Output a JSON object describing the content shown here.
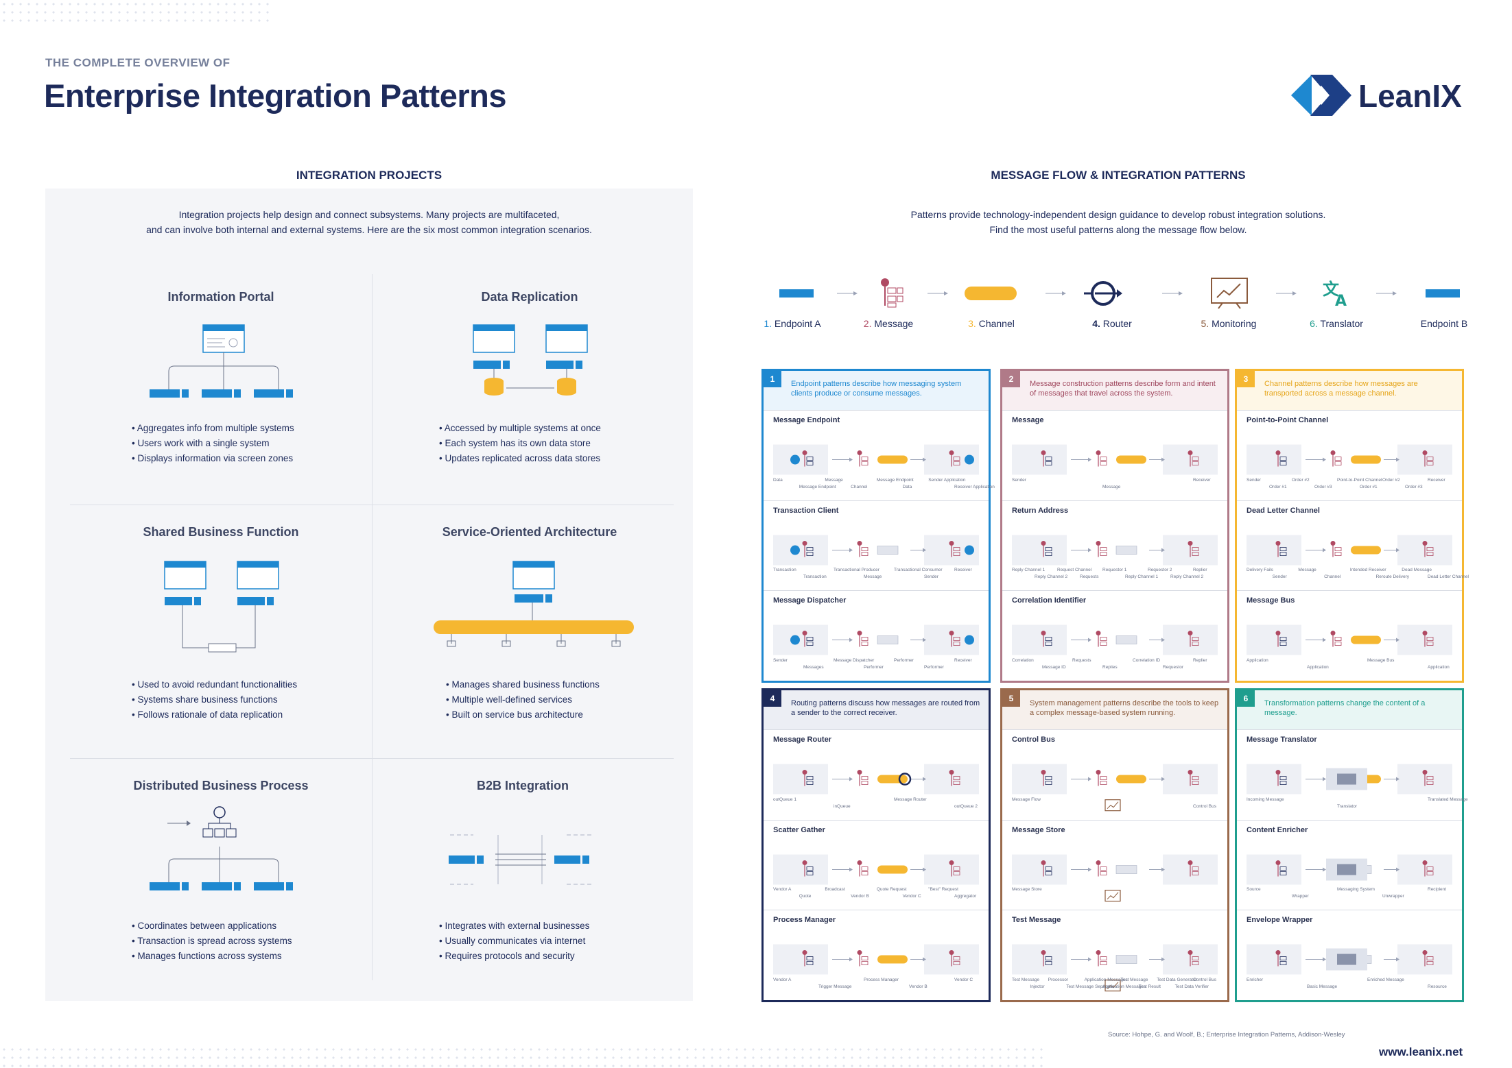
{
  "header": {
    "kicker": "THE COMPLETE OVERVIEW OF",
    "title": "Enterprise Integration Patterns",
    "brand": "LeanIX"
  },
  "left": {
    "section_title": "INTEGRATION PROJECTS",
    "intro_line1": "Integration projects help design and connect subsystems. Many projects are multifaceted,",
    "intro_line2": "and can involve both internal and external systems. Here are the six most common integration scenarios.",
    "projects": [
      {
        "title": "Information Portal",
        "bullets": [
          "Aggregates info from multiple systems",
          "Users work with a single system",
          "Displays information via screen zones"
        ]
      },
      {
        "title": "Data Replication",
        "bullets": [
          "Accessed by multiple systems at once",
          "Each system has its own data store",
          "Updates replicated across data stores"
        ]
      },
      {
        "title": "Shared Business Function",
        "bullets": [
          "Used to avoid redundant functionalities",
          "Systems share business functions",
          "Follows rationale of data replication"
        ]
      },
      {
        "title": "Service-Oriented Architecture",
        "bullets": [
          "Manages shared business functions",
          "Multiple well-defined services",
          "Built on service bus architecture"
        ]
      },
      {
        "title": "Distributed Business Process",
        "bullets": [
          "Coordinates between applications",
          "Transaction is spread across systems",
          "Manages functions across systems"
        ]
      },
      {
        "title": "B2B Integration",
        "bullets": [
          "Integrates with external businesses",
          "Usually communicates via internet",
          "Requires protocols and security"
        ]
      }
    ]
  },
  "right": {
    "section_title": "MESSAGE FLOW & INTEGRATION PATTERNS",
    "intro_line1": "Patterns provide technology-independent design guidance to develop robust integration solutions.",
    "intro_line2": "Find the most useful patterns along the message flow below.",
    "flow": [
      {
        "num": "1.",
        "label": "Endpoint A",
        "color": "#1e88d0"
      },
      {
        "num": "2.",
        "label": "Message",
        "color": "#b04a63"
      },
      {
        "num": "3.",
        "label": "Channel",
        "color": "#f5b731"
      },
      {
        "num": "4.",
        "label": "Router",
        "color": "#1d2a5a"
      },
      {
        "num": "5.",
        "label": "Monitoring",
        "color": "#8a5a3c"
      },
      {
        "num": "6.",
        "label": "Translator",
        "color": "#1f9e8e"
      },
      {
        "num": "",
        "label": "Endpoint B",
        "color": "#1e88d0"
      }
    ],
    "cards": [
      {
        "num": "1",
        "color": "#1e88d0",
        "tint": "#eaf4fc",
        "text_color": "#1e88d0",
        "head": "Endpoint patterns describe how messaging system clients produce or consume messages.",
        "subs": [
          "Message Endpoint",
          "Transaction Client",
          "Message Dispatcher"
        ]
      },
      {
        "num": "2",
        "color": "#b07a88",
        "tint": "#f8eef1",
        "text_color": "#a0485f",
        "head": "Message construction patterns describe form and intent of messages that travel across the system.",
        "subs": [
          "Message",
          "Return Address",
          "Correlation Identifier"
        ]
      },
      {
        "num": "3",
        "color": "#f5b731",
        "tint": "#fef7e6",
        "text_color": "#e5a418",
        "head": "Channel patterns describe how messages are transported across a message channel.",
        "subs": [
          "Point-to-Point Channel",
          "Dead Letter Channel",
          "Message Bus"
        ]
      },
      {
        "num": "4",
        "color": "#1d2a5a",
        "tint": "#eceef4",
        "text_color": "#1d2a5a",
        "head": "Routing patterns discuss how messages are routed from a sender to the correct receiver.",
        "subs": [
          "Message Router",
          "Scatter Gather",
          "Process Manager"
        ]
      },
      {
        "num": "5",
        "color": "#9a6a4c",
        "tint": "#f6f0ec",
        "text_color": "#8a5a3c",
        "head": "System management patterns describe the tools to keep a complex message-based system running.",
        "subs": [
          "Control Bus",
          "Message Store",
          "Test Message"
        ]
      },
      {
        "num": "6",
        "color": "#1f9e8e",
        "tint": "#e8f6f4",
        "text_color": "#1f9e8e",
        "head": "Transformation patterns change the content of a message.",
        "subs": [
          "Message Translator",
          "Content Enricher",
          "Envelope Wrapper"
        ]
      }
    ],
    "tiny": {
      "endpoint": [
        "Data",
        "Message Endpoint",
        "Message",
        "Channel",
        "Message Endpoint",
        "Data",
        "Sender Application",
        "Receiver Application"
      ],
      "transaction": [
        "Transaction",
        "Transaction",
        "Transactional Producer",
        "Message",
        "Transactional Consumer",
        "Sender",
        "Receiver"
      ],
      "dispatcher": [
        "Sender",
        "Messages",
        "Message Dispatcher",
        "Performer",
        "Performer",
        "Performer",
        "Receiver"
      ],
      "message": [
        "Sender",
        "Message",
        "Receiver"
      ],
      "return": [
        "Reply Channel 1",
        "Reply Channel 2",
        "Request Channel",
        "Requests",
        "Requestor 1",
        "Reply Channel 1",
        "Requestor 2",
        "Reply Channel 2",
        "Replier"
      ],
      "correlation": [
        "Correlation",
        "Message ID",
        "Requests",
        "Replies",
        "Correlation ID",
        "Requestor",
        "Replier"
      ],
      "p2p": [
        "Sender",
        "Order #1",
        "Order #2",
        "Order #3",
        "Point-to-Point Channel",
        "Order #1",
        "Order #2",
        "Order #3",
        "Receiver"
      ],
      "deadletter": [
        "Delivery Fails",
        "Sender",
        "Message",
        "Channel",
        "Intended Receiver",
        "Reroute Delivery",
        "Dead Message",
        "Dead Letter Channel"
      ],
      "bus": [
        "Application",
        "Application",
        "Message Bus",
        "Application"
      ],
      "router": [
        "outQueue 1",
        "inQueue",
        "Message Router",
        "outQueue 2"
      ],
      "scatter": [
        "Vendor A",
        "Quote",
        "Broadcast",
        "Vendor B",
        "Quote Request",
        "Vendor C",
        "\"Best\" Request",
        "Aggregator"
      ],
      "process": [
        "Vendor A",
        "Trigger Message",
        "Process Manager",
        "Vendor B",
        "Vendor C"
      ],
      "control": [
        "Message Flow",
        "Control Bus"
      ],
      "store": [
        "Message Store"
      ],
      "test": [
        "Test Message",
        "Injector",
        "Processor",
        "Test Message Separator",
        "Application Messages",
        "Application Messages",
        "Test Message",
        "Test Result",
        "Test Data Generator",
        "Test Data Verifier",
        "Control Bus"
      ],
      "translator": [
        "Incoming Message",
        "Translator",
        "Translated Message"
      ],
      "enricher": [
        "Source",
        "Wrapper",
        "Messaging System",
        "Unwrapper",
        "Recipient"
      ],
      "envelope": [
        "Enricher",
        "Basic Message",
        "Enriched Message",
        "Resource"
      ]
    },
    "source": "Source: Hohpe, G. and Woolf, B.; Enterprise Integration Patterns, Addison-Wesley",
    "url": "www.leanix.net"
  }
}
